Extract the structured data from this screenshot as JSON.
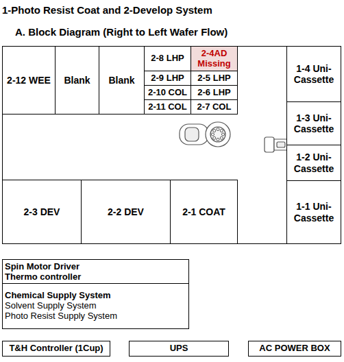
{
  "diagram": {
    "title": "1-Photo Resist Coat and 2-Develop System",
    "nodes": [
      {
        "text": [
          "2-12 WEE"
        ]
      },
      {
        "text": [
          "Blank"
        ]
      },
      {
        "text": [
          "Blank"
        ]
      },
      {
        "text": [
          "2-8 LHP"
        ]
      },
      {
        "text": [
          "2-4AD Missing"
        ]
      },
      {
        "text": [
          "1-4 Uni-Cassette"
        ]
      },
      {
        "text": [
          "2-9 LHP"
        ]
      },
      {
        "text": [
          "2-5 LHP"
        ]
      },
      {
        "text": [
          "2-10 COL"
        ]
      },
      {
        "text": [
          "2-6 LHP"
        ]
      },
      {
        "text": [
          "2-11 COL"
        ]
      },
      {
        "text": [
          "2-7 COL"
        ]
      },
      {
        "text": [
          "1-3 Uni-Cassette"
        ]
      },
      {
        "text": [
          "1-2 Uni-Cassette"
        ]
      },
      {
        "text": [
          "2-3 DEV"
        ]
      },
      {
        "text": [
          "2-2 DEV"
        ]
      },
      {
        "text": [
          "2-1 COAT"
        ]
      },
      {
        "text": [
          "1-1 Uni-Cassette"
        ]
      },
      {
        "text": [
          "Spin Motor Driver",
          "Thermo controller"
        ]
      },
      {
        "text": [
          "Chemical Supply System",
          "Solvent Supply System",
          "Photo Resist Supply System"
        ]
      },
      {
        "text": [
          "T&H Controller (1Cup)"
        ]
      },
      {
        "text": [
          "UPS"
        ]
      },
      {
        "text": [
          "AC POWER BOX"
        ]
      }
    ],
    "labels": [
      "A. Block Diagram (Right to Left Wafer Flow)"
    ]
  }
}
